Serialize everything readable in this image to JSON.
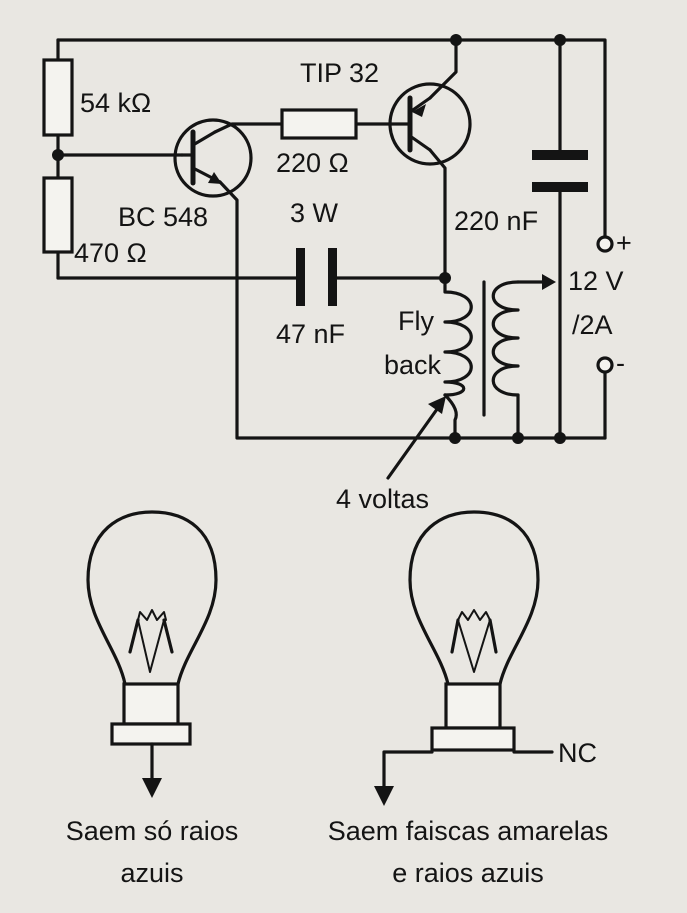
{
  "circuit": {
    "r1_label": "54 kΩ",
    "r2_label": "470 Ω",
    "r3_label": "220 Ω",
    "r3_power": "3 W",
    "q1_label": "BC 548",
    "q2_label": "TIP 32",
    "c1_label": "47 nF",
    "c2_label": "220 nF",
    "flyback_label_1": "Fly",
    "flyback_label_2": "back",
    "turns_label": "4 voltas",
    "supply_plus": "+",
    "supply_minus": "-",
    "supply_voltage": "12 V",
    "supply_current": "/2A"
  },
  "bulbs": {
    "left_caption_1": "Saem só raios",
    "left_caption_2": "azuis",
    "right_caption_1": "Saem faiscas amarelas",
    "right_caption_2": "e raios azuis",
    "nc_label": "NC"
  }
}
